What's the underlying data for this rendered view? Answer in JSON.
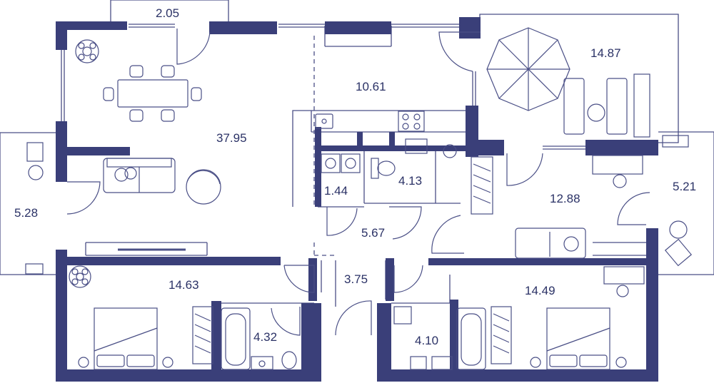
{
  "colors": {
    "wall": "#3a3f79",
    "line": "#4a4f86",
    "text": "#2b3266",
    "background": "#ffffff"
  },
  "rooms": [
    {
      "id": "balcony-top",
      "area": "2.05"
    },
    {
      "id": "living-dining",
      "area": "37.95"
    },
    {
      "id": "kitchen",
      "area": "10.61"
    },
    {
      "id": "terrace-right",
      "area": "14.87"
    },
    {
      "id": "balcony-left",
      "area": "5.28"
    },
    {
      "id": "laundry",
      "area": "1.44"
    },
    {
      "id": "bathroom-center",
      "area": "4.13"
    },
    {
      "id": "hallway",
      "area": "5.67"
    },
    {
      "id": "study",
      "area": "12.88"
    },
    {
      "id": "balcony-right",
      "area": "5.21"
    },
    {
      "id": "bedroom-left",
      "area": "14.63"
    },
    {
      "id": "corridor",
      "area": "3.75"
    },
    {
      "id": "bedroom-right",
      "area": "14.49"
    },
    {
      "id": "bathroom-left",
      "area": "4.32"
    },
    {
      "id": "bathroom-right",
      "area": "4.10"
    }
  ],
  "icons": [
    "plant-icon",
    "dining-table-icon",
    "sofa-icon",
    "armchair-icon",
    "umbrella-icon",
    "sunbed-icon",
    "bed-icon",
    "bathtub-icon",
    "toilet-icon",
    "sink-icon",
    "washing-machine-icon",
    "desk-icon",
    "wardrobe-icon",
    "stove-icon"
  ]
}
